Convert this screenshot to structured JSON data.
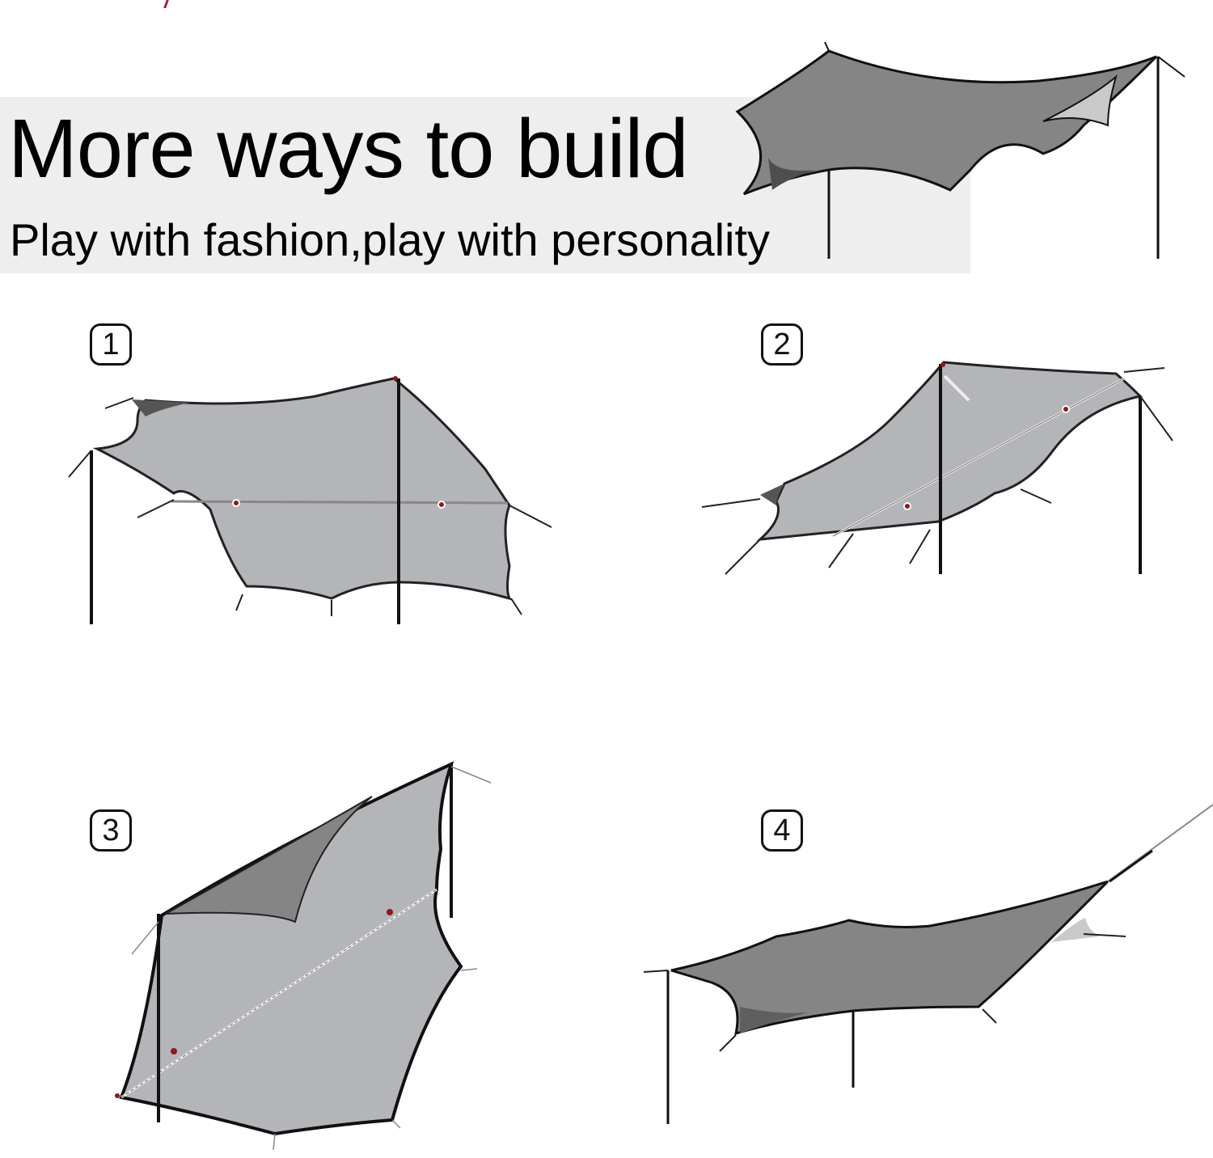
{
  "header": {
    "title": "More ways to build",
    "subtitle": "Play with fashion,play with personality"
  },
  "setups": [
    {
      "label": "1",
      "name": "setup-one"
    },
    {
      "label": "2",
      "name": "setup-two"
    },
    {
      "label": "3",
      "name": "setup-three"
    },
    {
      "label": "4",
      "name": "setup-four"
    }
  ],
  "colors": {
    "banner_bg": "#eeeeee",
    "tarp_light": "#b4b5b8",
    "tarp_dark": "#858585",
    "tarp_shadow": "#5f5f5f",
    "pole": "#111111",
    "grommet": "#8b1a1a"
  }
}
